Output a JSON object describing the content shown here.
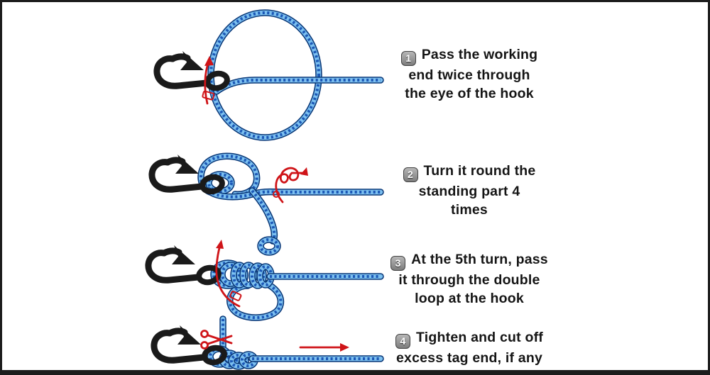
{
  "steps": [
    {
      "number": "1",
      "lines": [
        "Pass the working",
        "end twice through",
        "the eye of the hook"
      ]
    },
    {
      "number": "2",
      "lines": [
        "Turn it round the",
        "standing part 4",
        "times"
      ]
    },
    {
      "number": "3",
      "lines": [
        "At the 5th turn, pass",
        "it through the double",
        "loop at the hook"
      ]
    },
    {
      "number": "4",
      "lines": [
        "Tighten and cut off",
        "excess tag end, if any"
      ]
    }
  ],
  "colors": {
    "rope_fill": "#7cc0f0",
    "rope_segments": "#1c58b6",
    "rope_outline": "#0a3878",
    "hook": "#1a1a1a",
    "arrow_red": "#cf1418",
    "badge_bg": "#8f8f8f",
    "background": "#ffffff",
    "border": "#1c1c1c"
  }
}
